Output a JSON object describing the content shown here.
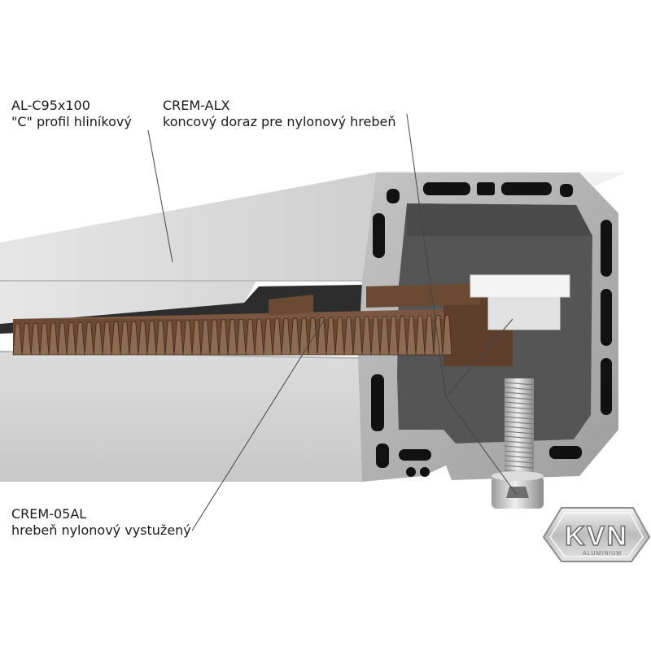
{
  "callouts": [
    {
      "code": "AL-C95x100",
      "description": "\"C\" profil hliníkový"
    },
    {
      "code": "CREM-ALX",
      "description": "koncový doraz pre nylonový hrebeň"
    },
    {
      "code": "CREM-05AL",
      "description": "hrebeň nylonový vystužený"
    }
  ],
  "logo": {
    "text": "KVN",
    "subtext": "ALUMINIUM"
  },
  "colors": {
    "aluminium_light": "#eeeeee",
    "aluminium_mid": "#d2d2d2",
    "aluminium_dark": "#a8a8a8",
    "profile_interior": "#505050",
    "profile_channels": "#111111",
    "rack_brown": "#6b4a34",
    "end_stop_white": "#f4f4f4",
    "leader_line": "#444444"
  }
}
